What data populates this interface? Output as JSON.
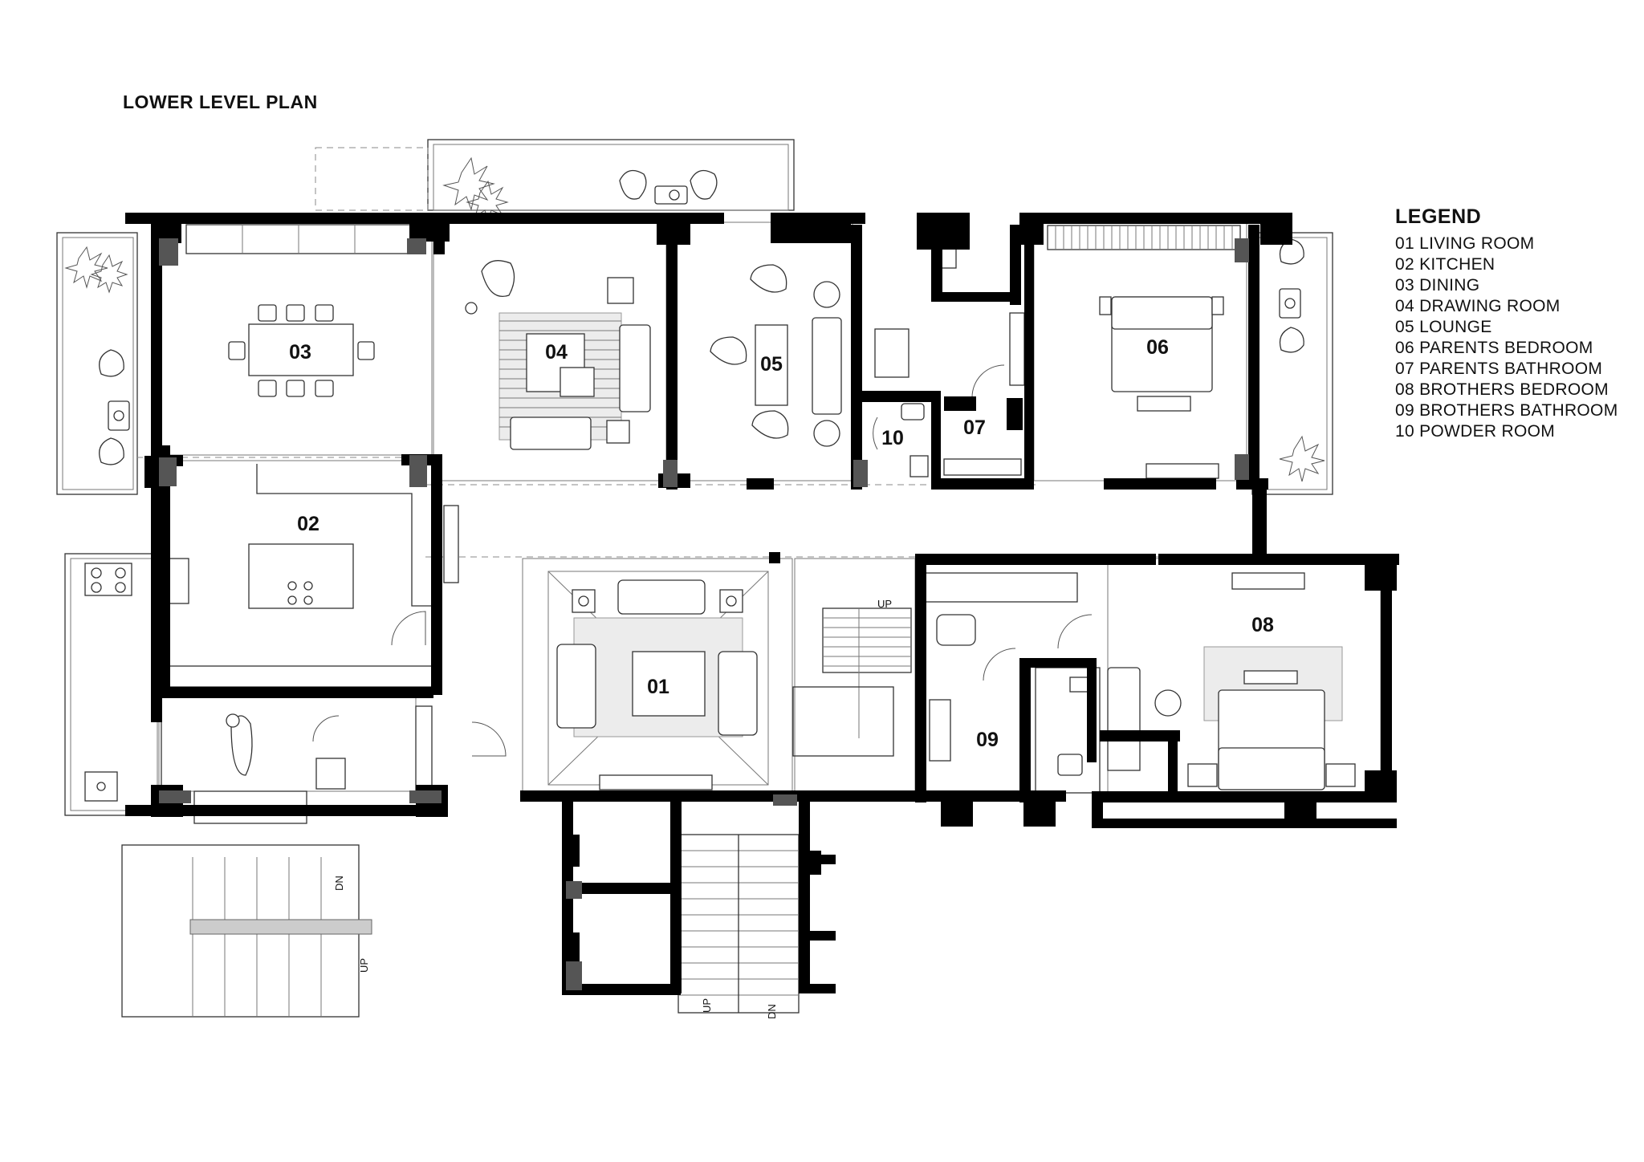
{
  "title": "LOWER LEVEL PLAN",
  "legend": {
    "title": "LEGEND",
    "items": [
      "01 LIVING ROOM",
      "02 KITCHEN",
      "03 DINING",
      "04 DRAWING ROOM",
      "05 LOUNGE",
      "06 PARENTS BEDROOM",
      "07 PARENTS BATHROOM",
      "08 BROTHERS BEDROOM",
      "09 BROTHERS BATHROOM",
      "10 POWDER ROOM"
    ]
  },
  "rooms": {
    "r01": "01",
    "r02": "02",
    "r03": "03",
    "r04": "04",
    "r05": "05",
    "r06": "06",
    "r07": "07",
    "r08": "08",
    "r09": "09",
    "r10": "10"
  },
  "stairs": {
    "up": "UP",
    "dn": "DN"
  }
}
